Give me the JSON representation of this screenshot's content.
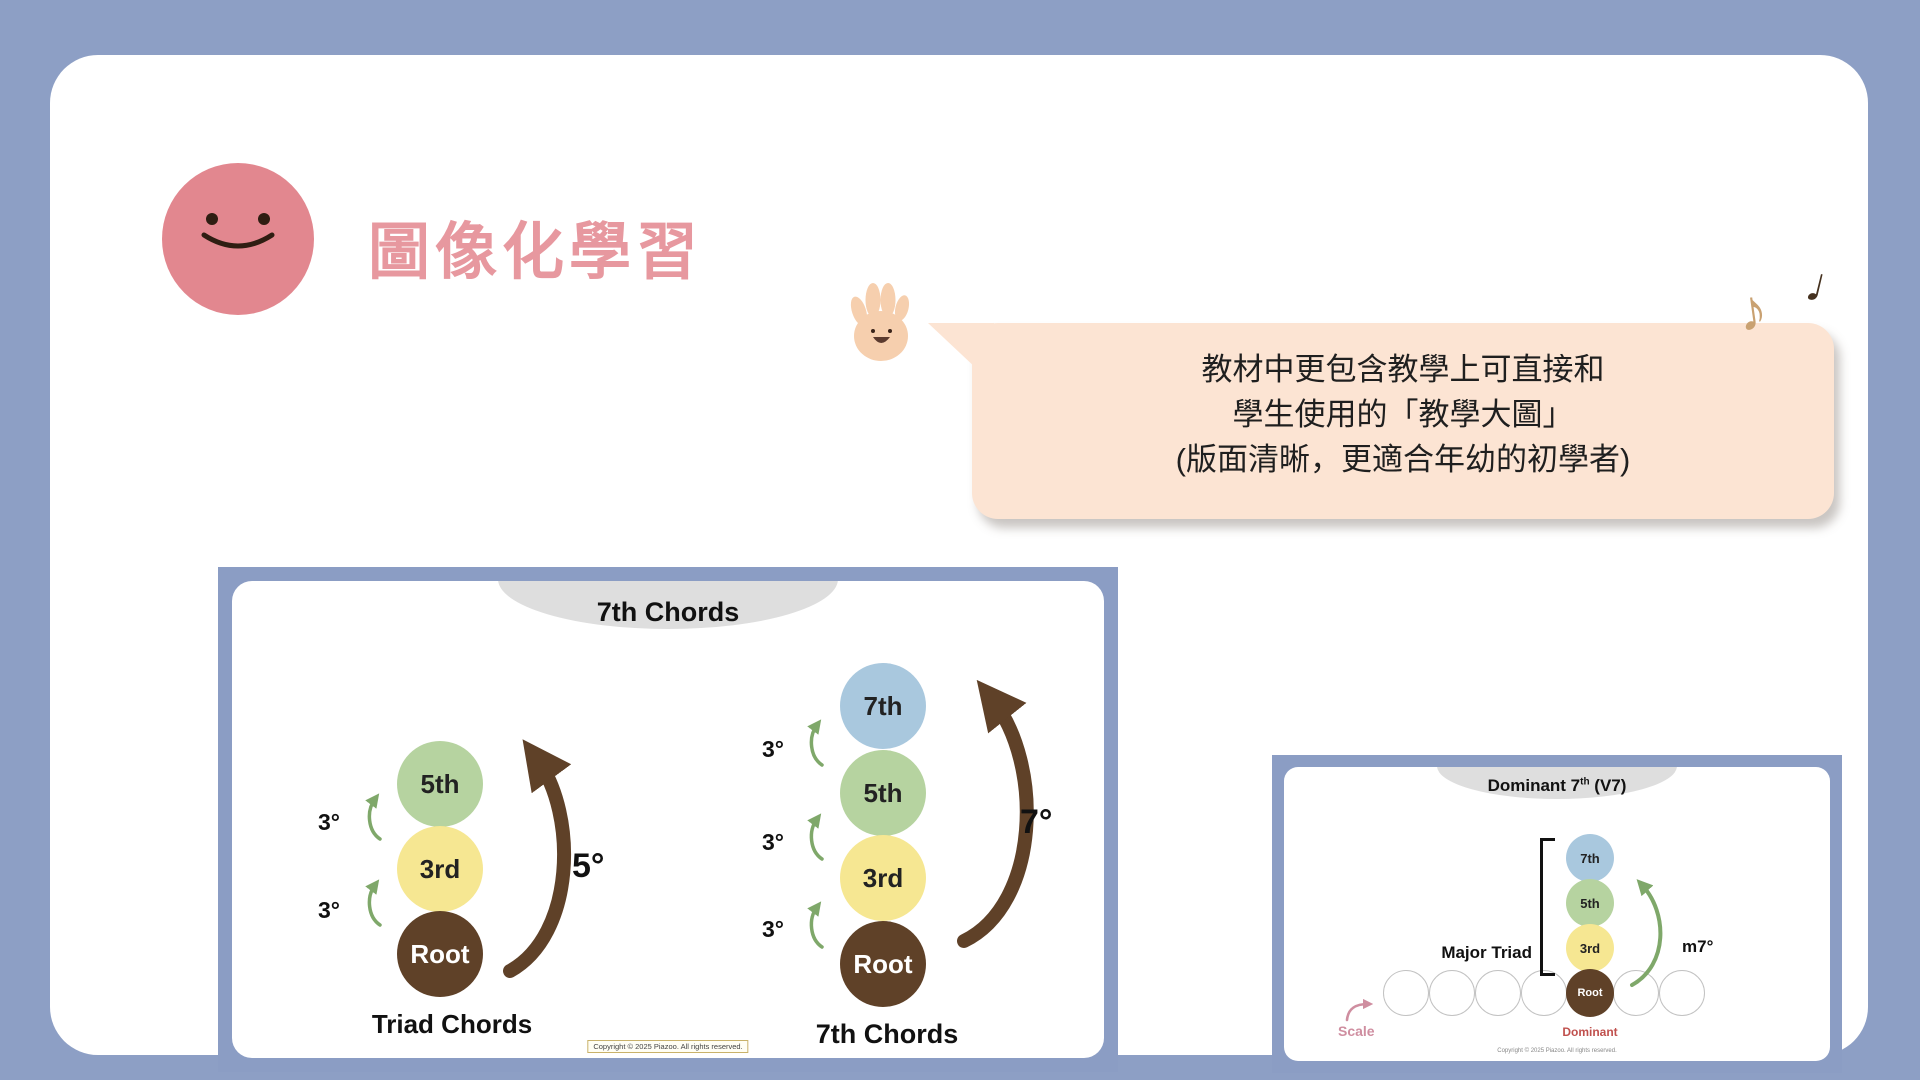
{
  "colors": {
    "page_background": "#8d9fc5",
    "title_pink": "#e7989f",
    "avatar_pink": "#e2878f",
    "bubble_peach": "#fce4d3",
    "note_root_brown": "#5f4128",
    "note_third_yellow": "#f6e792",
    "note_fifth_green": "#b6d3a0",
    "note_seventh_blue": "#a9c8de",
    "arrow_green": "#7fa86a",
    "scale_pink": "#cf8ea0",
    "dominant_red": "#c0504d"
  },
  "header": {
    "title": "圖像化學習"
  },
  "speech_bubble": {
    "lines": [
      "教材中更包含教學上可直接和",
      "學生使用的「教學大圖」",
      "(版面清晰，更適合年幼的初學者)"
    ]
  },
  "decorations": {
    "music_note_1": "♪",
    "music_note_2": "♩"
  },
  "chords_card": {
    "title": "7th Chords",
    "triad": {
      "caption": "Triad Chords",
      "notes": [
        "5th",
        "3rd",
        "Root"
      ],
      "intervals": [
        "3°",
        "3°"
      ],
      "span_label": "5°"
    },
    "seventh": {
      "caption": "7th Chords",
      "notes": [
        "7th",
        "5th",
        "3rd",
        "Root"
      ],
      "intervals": [
        "3°",
        "3°",
        "3°"
      ],
      "span_label": "7°"
    },
    "copyright": "Copyright © 2025 Piazoo. All rights reserved."
  },
  "dominant_card": {
    "title_pre": "Dominant 7",
    "title_sup": "th",
    "title_post": " (V7)",
    "notes": [
      "7th",
      "5th",
      "3rd",
      "Root"
    ],
    "major_triad_label": "Major Triad",
    "interval_label": "m7°",
    "scale_label": "Scale",
    "dominant_label": "Dominant",
    "copyright": "Copyright © 2025 Piazoo. All rights reserved."
  }
}
